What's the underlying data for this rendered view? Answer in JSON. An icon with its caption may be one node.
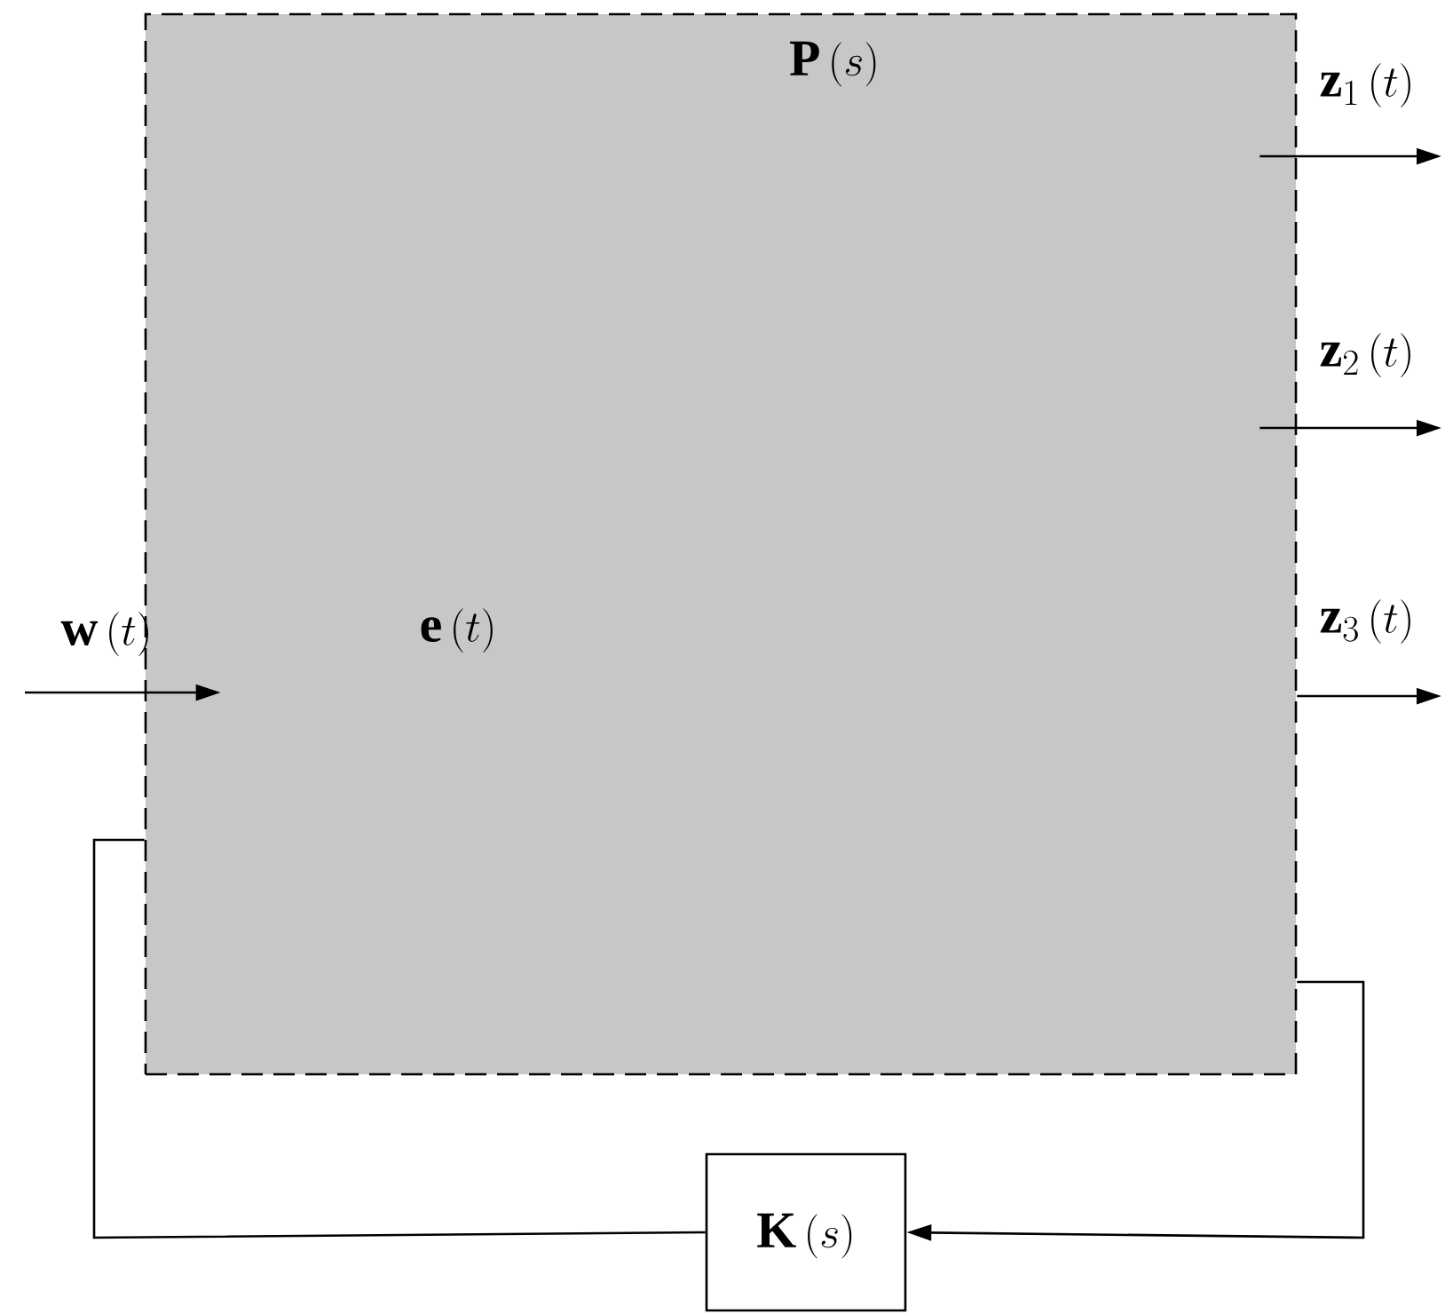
{
  "diagram": {
    "nodes": [
      {
        "text": [
          "\\mathbf{P}\\left(s\\right)",
          "\\mathbf{e}\\left(t\\right)"
        ]
      },
      {
        "text": [
          "\\mathbf{K}\\left(s\\right)"
        ]
      }
    ],
    "edges": [
      {
        "from": null,
        "to": 0,
        "arrow": "to",
        "label": "\\mathbf{w}\\left(t\\right)"
      },
      {
        "from": 0,
        "to": null,
        "arrow": "to",
        "label": "\\mathbf{z}_1\\left(t\\right)"
      },
      {
        "from": 0,
        "to": null,
        "arrow": "to",
        "label": "\\mathbf{z}_2\\left(t\\right)"
      },
      {
        "from": 0,
        "to": null,
        "arrow": "to",
        "label": "\\mathbf{z}_3\\left(t\\right)"
      },
      {
        "from": 0,
        "to": 1,
        "arrow": "to"
      },
      {
        "from": 1,
        "to": 0,
        "arrow": "none"
      }
    ]
  }
}
